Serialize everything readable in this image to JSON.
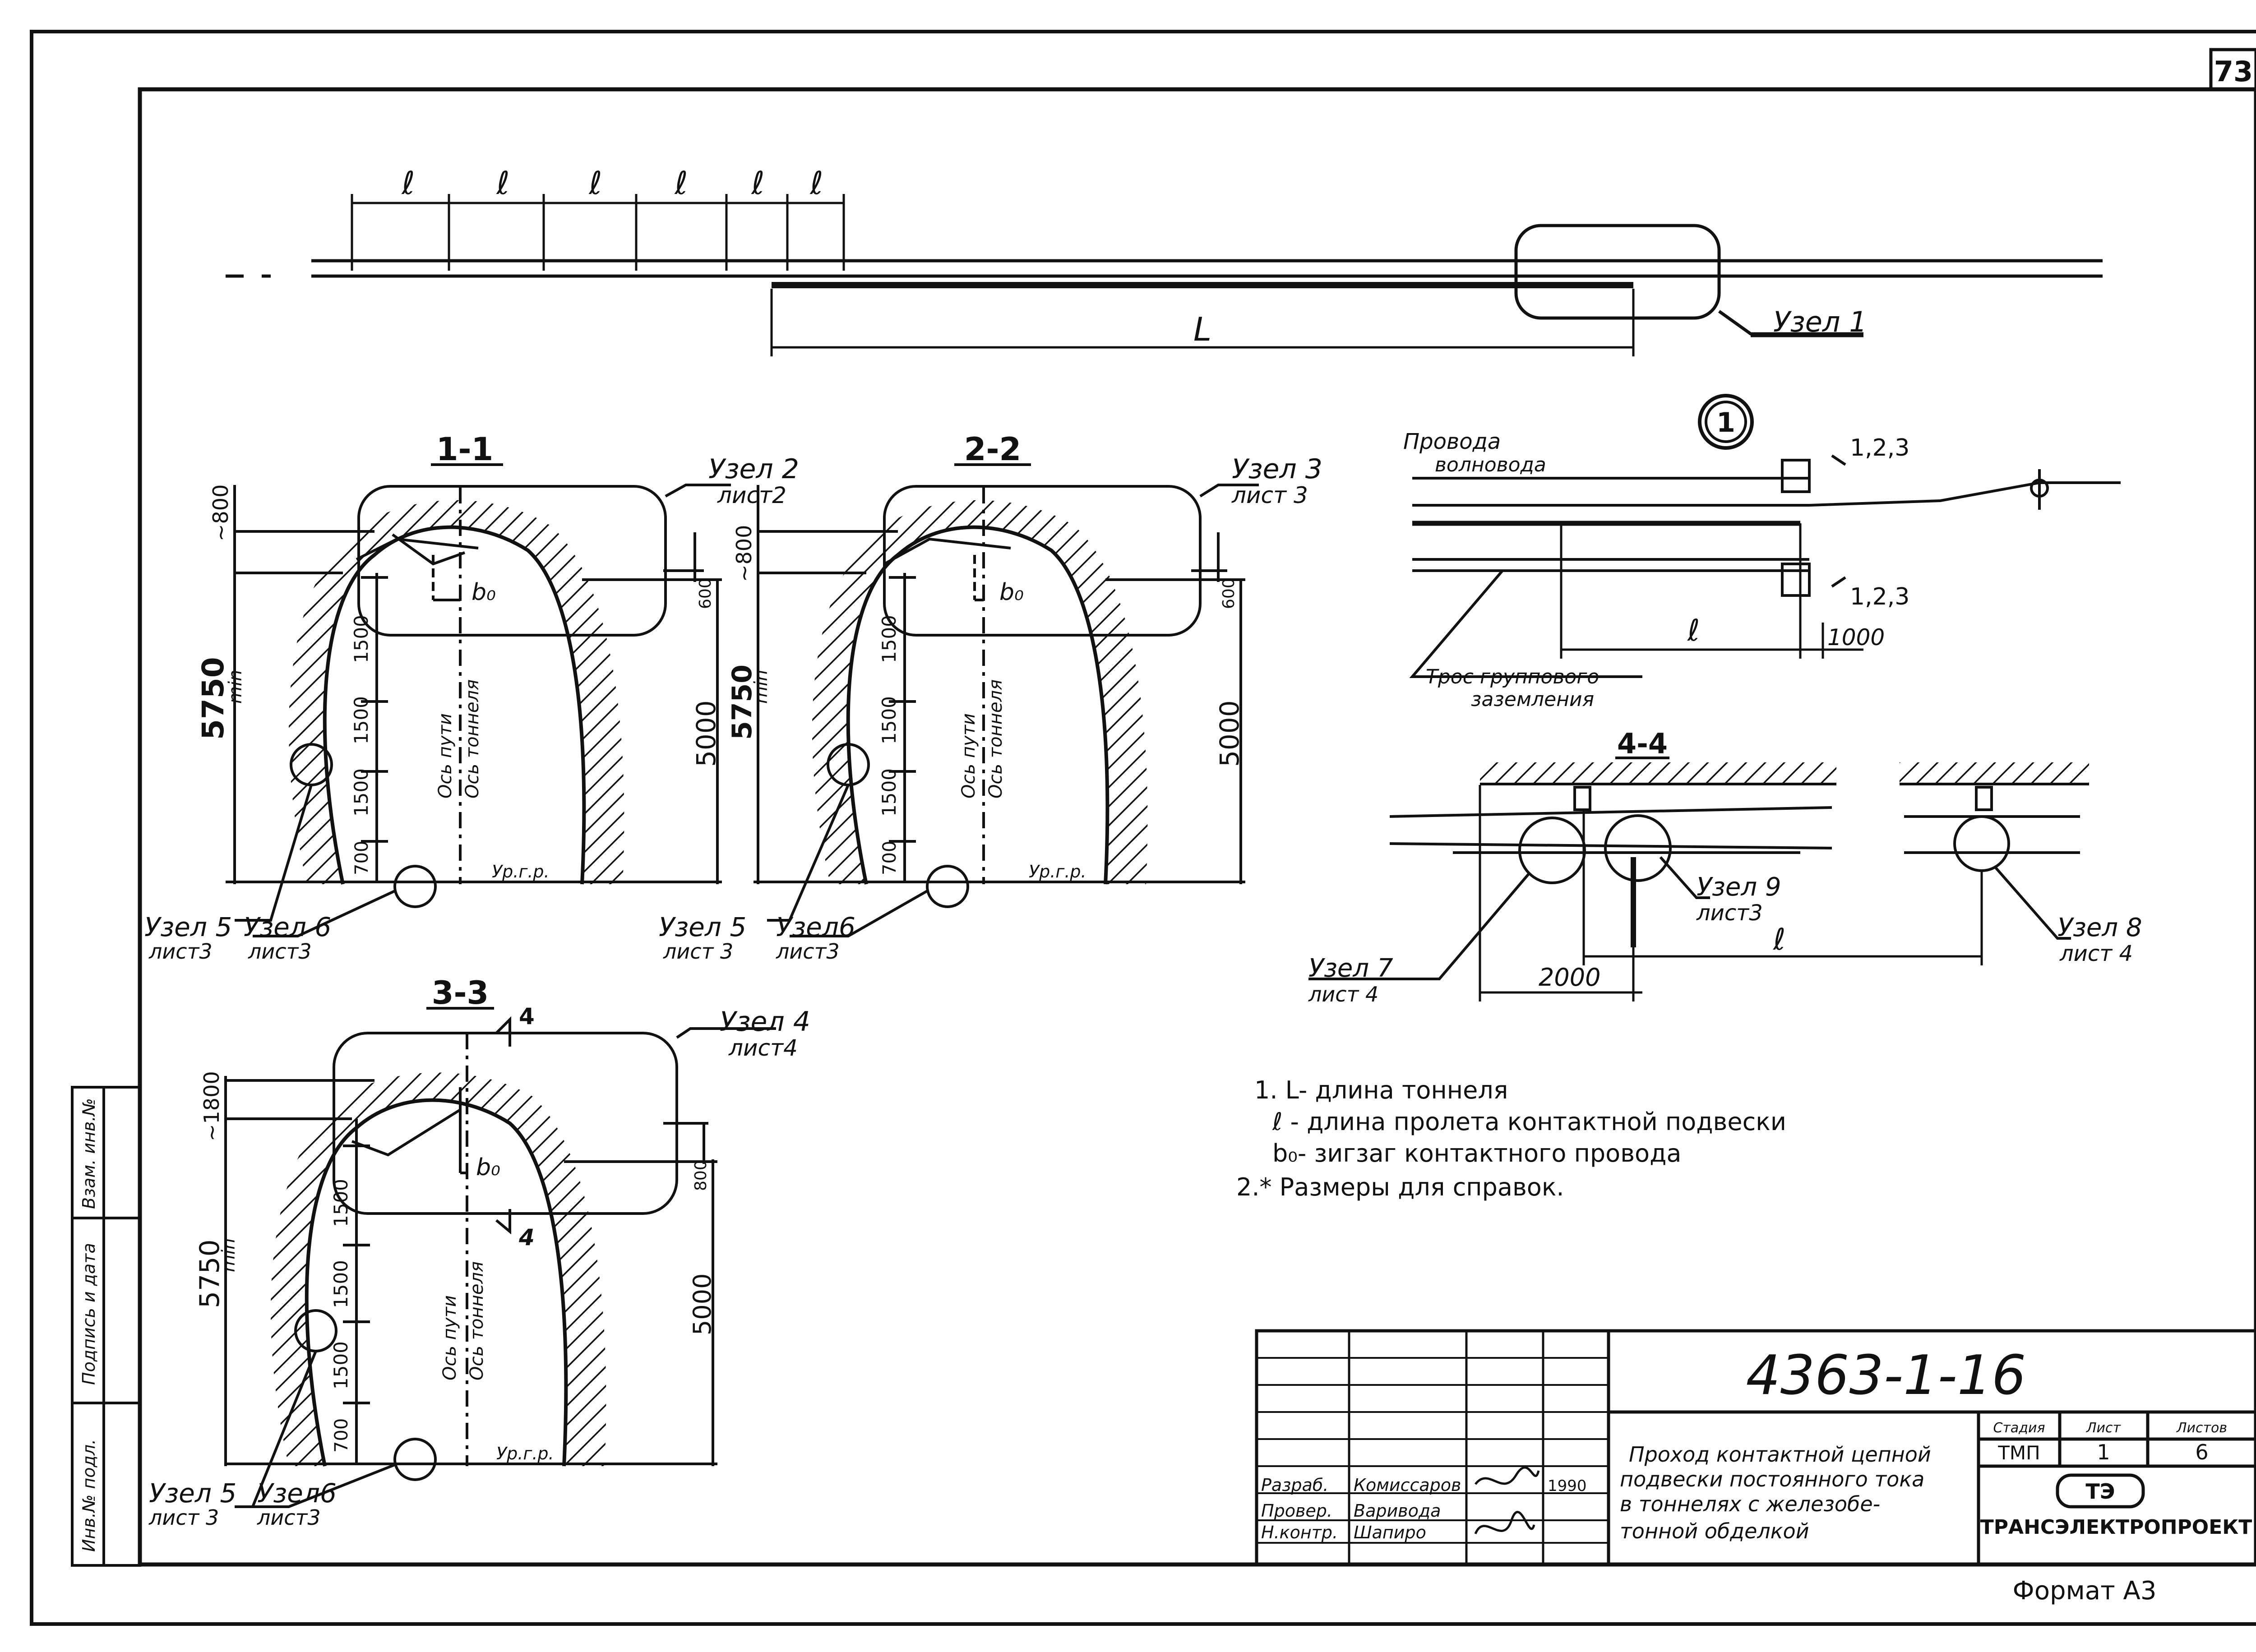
{
  "sheet_number": "73",
  "format": "Формат А3",
  "plan": {
    "span_label": "ℓ",
    "length_label": "L",
    "node_label": "Узел 1"
  },
  "sections": {
    "s11": {
      "title": "1-1",
      "node_top": "Узел 2",
      "node_top_sheet": "лист2",
      "dim_height": "5750",
      "dim_min": "min",
      "dim_800": "~800",
      "dim_600": "600",
      "dim_1500_a": "1500",
      "dim_1500_b": "1500",
      "dim_1500_c": "1500",
      "dim_700": "700",
      "dim_5000": "5000",
      "b0": "b₀",
      "axis_path": "Ось пути",
      "axis_tunnel": "Ось тоннеля",
      "rail_level": "Ур.г.р.",
      "node_a": "Узел 5",
      "node_a_sheet": "лист3",
      "node_b": "Узел 6",
      "node_b_sheet": "лист3"
    },
    "s22": {
      "title": "2-2",
      "node_top": "Узел 3",
      "node_top_sheet": "лист 3",
      "dim_height": "5750",
      "dim_min": "min",
      "dim_800": "~800",
      "dim_600": "600",
      "dim_1500_a": "1500",
      "dim_1500_b": "1500",
      "dim_1500_c": "1500",
      "dim_700": "700",
      "dim_5000": "5000",
      "b0": "b₀",
      "axis_path": "Ось пути",
      "axis_tunnel": "Ось тоннеля",
      "rail_level": "Ур.г.р.",
      "node_a": "Узел 5",
      "node_a_sheet": "лист 3",
      "node_b": "Узел6",
      "node_b_sheet": "лист3"
    },
    "s33": {
      "title": "3-3",
      "cut": "4",
      "node_top": "Узел 4",
      "node_top_sheet": "лист4",
      "dim_height": "5750",
      "dim_min": "min",
      "dim_800": "~1800",
      "dim_600": "800",
      "dim_1500_a": "1500",
      "dim_1500_b": "1500",
      "dim_1500_c": "1500",
      "dim_700": "700",
      "dim_5000": "5000",
      "b0": "b₀",
      "axis_path": "Ось пути",
      "axis_tunnel": "Ось тоннеля",
      "rail_level": "Ур.г.р.",
      "node_a": "Узел 5",
      "node_a_sheet": "лист 3",
      "node_b": "Узел6",
      "node_b_sheet": "лист3"
    }
  },
  "node1": {
    "marker": "1",
    "wires": "Провода",
    "waveguide": "волновода",
    "cut": "1,2,3",
    "span": "ℓ",
    "dim": "1000",
    "rope": "Трос группового",
    "rope2": "заземления"
  },
  "section44": {
    "title": "4-4",
    "node9": "Узел 9",
    "node9_sheet": "лист3",
    "node7": "Узел 7",
    "node7_sheet": "лист 4",
    "node8": "Узел 8",
    "node8_sheet": "лист 4",
    "dim": "2000",
    "span": "ℓ"
  },
  "notes": [
    "1. L- длина тоннеля",
    "ℓ - длина пролета контактной подвески",
    "b₀- зигзаг контактного провода",
    "2.* Размеры для справок."
  ],
  "side_stamp": [
    "Взам. инв.№",
    "Подпись и дата",
    "Инв.№ подл."
  ],
  "title_block": {
    "doc_code": "4363-1-16",
    "title_lines": [
      "Проход контактной цепной",
      "подвески постоянного тока",
      "в тоннелях с железобе-",
      "тонной обделкой"
    ],
    "stage_h": "Стадия",
    "sheet_h": "Лист",
    "sheets_h": "Листов",
    "stage": "ТМП",
    "sheet": "1",
    "sheets": "6",
    "roles": [
      "Разраб.",
      "Провер.",
      "Н.контр."
    ],
    "names": [
      "Комиссаров",
      "Варивода",
      "Шапиро"
    ],
    "date": "1990",
    "org": "ТРАНСЭЛЕКТРОПРОЕКТ",
    "org_logo": "ТЭ"
  }
}
